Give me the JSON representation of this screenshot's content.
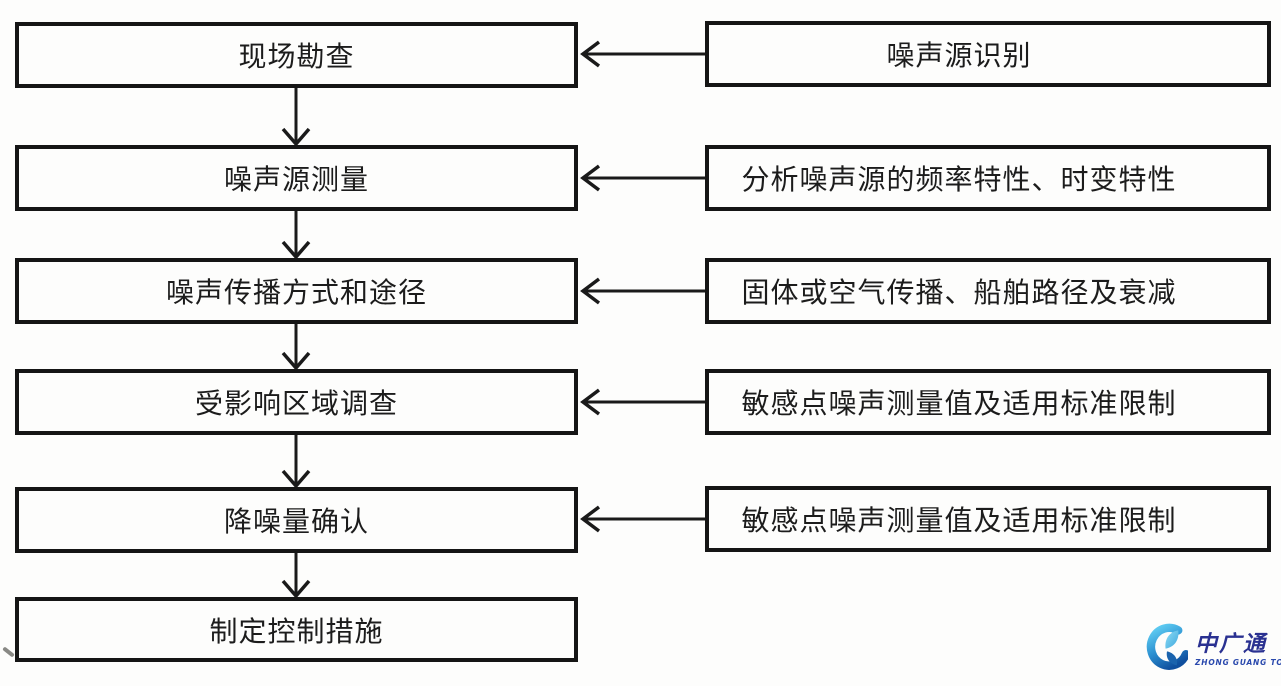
{
  "flowchart": {
    "steps": [
      {
        "label": "现场勘查"
      },
      {
        "label": "噪声源测量"
      },
      {
        "label": "噪声传播方式和途径"
      },
      {
        "label": "受影响区域调查"
      },
      {
        "label": "降噪量确认"
      },
      {
        "label": "制定控制措施"
      }
    ],
    "annotations": [
      {
        "label": "噪声源识别"
      },
      {
        "label": "分析噪声源的频率特性、时变特性"
      },
      {
        "label": "固体或空气传播、船舶路径及衰减"
      },
      {
        "label": "敏感点噪声测量值及适用标准限制"
      },
      {
        "label": "敏感点噪声测量值及适用标准限制"
      }
    ]
  },
  "logo": {
    "name": "中广通",
    "subtitle": "ZHONG GUANG TONG"
  },
  "colors": {
    "box_border": "#151515",
    "arrow": "#1a1a1a",
    "text": "#1c1c1c",
    "background": "#fdfdfc",
    "logo_name_text": "#2a3191",
    "logo_subtitle_text": "#2a49ad",
    "logo_icon_light": "#5cc9f0",
    "logo_icon_dark": "#0f4f9e"
  }
}
